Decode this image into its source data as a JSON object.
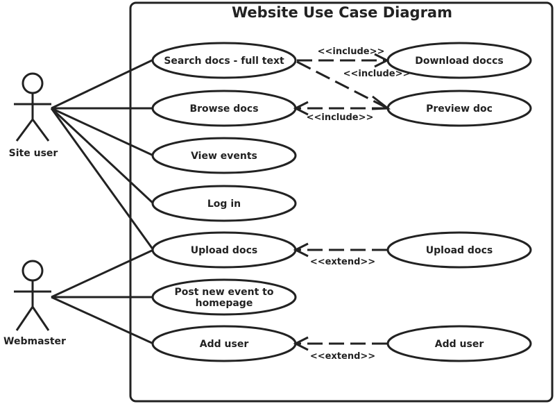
{
  "diagram": {
    "title": "Website Use Case Diagram",
    "actors": {
      "site_user": "Site user",
      "webmaster": "Webmaster"
    },
    "use_cases": {
      "search": "Search docs - full text",
      "browse": "Browse docs",
      "view_events": "View events",
      "login": "Log in",
      "upload": "Upload docs",
      "post_event_line1": "Post new event to",
      "post_event_line2": "homepage",
      "add_user": "Add user",
      "download": "Download doccs",
      "preview": "Preview doc",
      "upload_ext": "Upload docs",
      "add_user_ext": "Add user"
    },
    "relations": {
      "include_search_download": "<<include>>",
      "include_search_preview": "<<include>>",
      "include_browse_preview": "<<include>>",
      "extend_upload": "<<extend>>",
      "extend_add_user": "<<extend>>"
    }
  }
}
